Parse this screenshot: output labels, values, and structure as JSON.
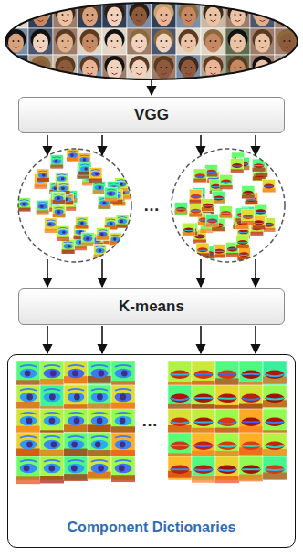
{
  "diagram": {
    "nodes": [
      {
        "text": [
          "VGG"
        ]
      },
      {
        "text": [
          "K-means"
        ]
      },
      {
        "text": [
          "Component Dictionaries"
        ]
      }
    ],
    "edges": [
      {
        "from": 1,
        "to": 2,
        "arrow": "to"
      },
      {
        "from": 1,
        "to": 2,
        "arrow": "to"
      },
      {
        "from": 1,
        "to": 2,
        "arrow": "to"
      },
      {
        "from": 1,
        "to": 2,
        "arrow": "to"
      }
    ],
    "labels": [
      "…",
      "…"
    ]
  }
}
